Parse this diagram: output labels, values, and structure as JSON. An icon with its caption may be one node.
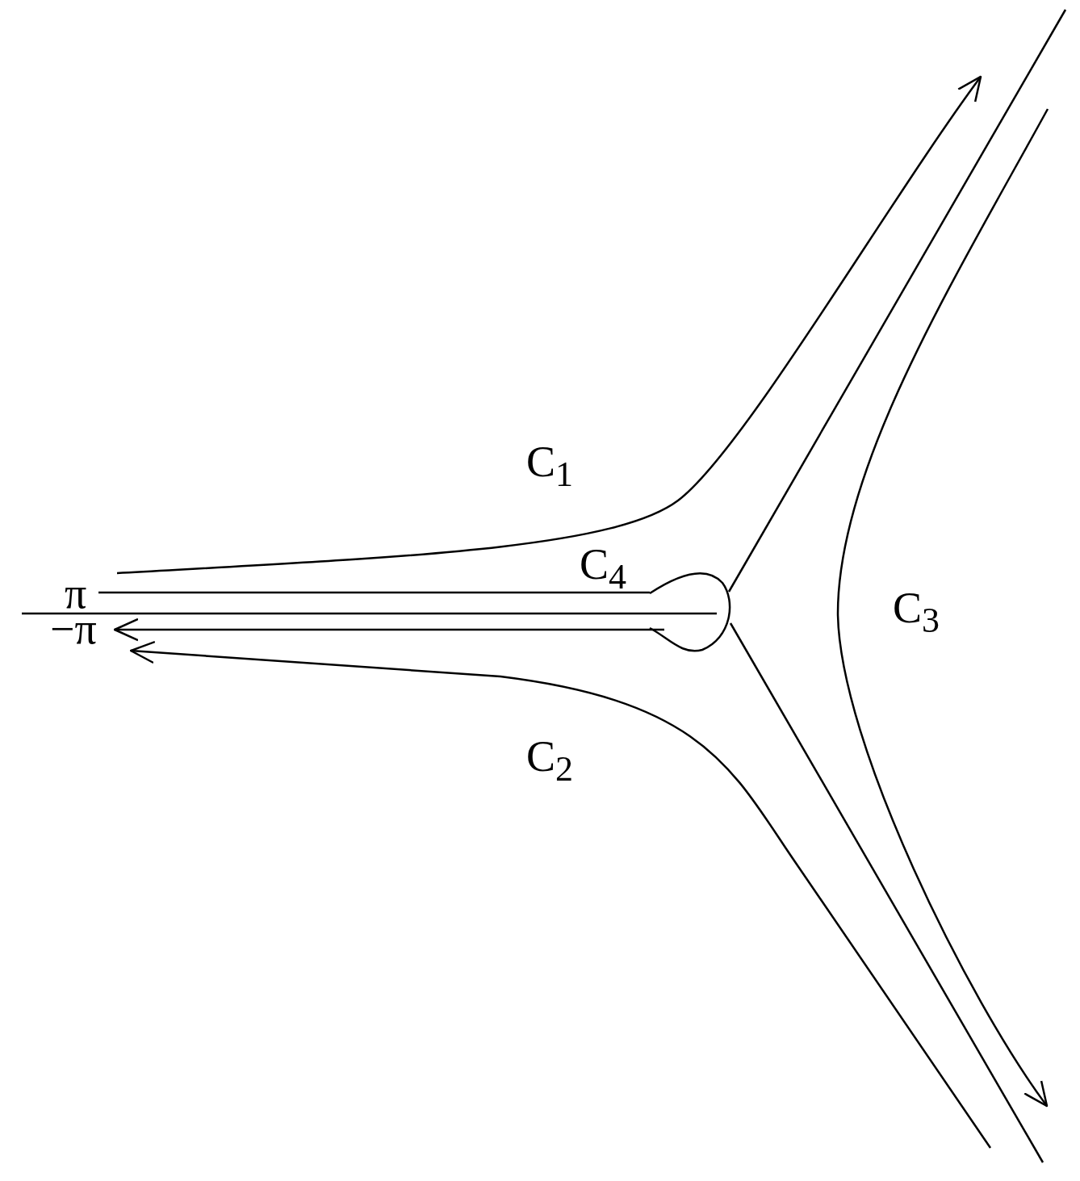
{
  "diagram": {
    "labels": [
      "C$_{1}$",
      "C$_{4}$",
      "π",
      "C$_{3}$",
      "−π",
      "C$_{2}$"
    ]
  }
}
